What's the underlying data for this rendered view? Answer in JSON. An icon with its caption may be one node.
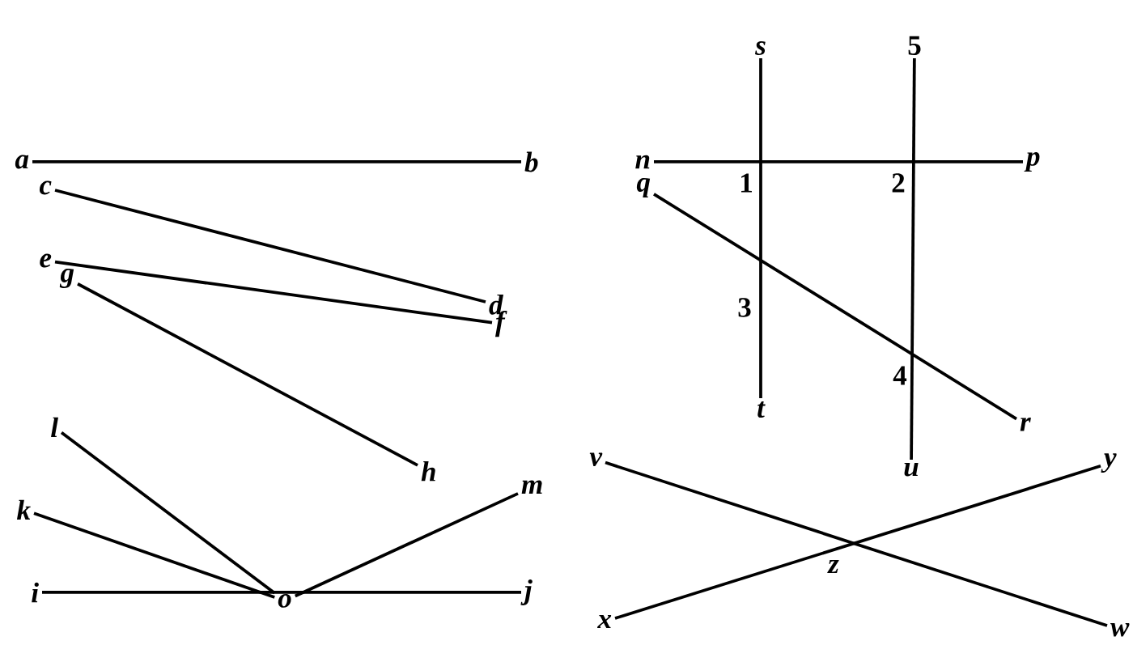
{
  "diagram": {
    "nodes": [
      {
        "text": [
          "a"
        ]
      },
      {
        "text": [
          "b"
        ]
      },
      {
        "text": [
          "c"
        ]
      },
      {
        "text": [
          "d"
        ]
      },
      {
        "text": [
          "e"
        ]
      },
      {
        "text": [
          "f"
        ]
      },
      {
        "text": [
          "g"
        ]
      },
      {
        "text": [
          "h"
        ]
      },
      {
        "text": [
          "l"
        ]
      },
      {
        "text": [
          "k"
        ]
      },
      {
        "text": [
          "m"
        ]
      },
      {
        "text": [
          "i"
        ]
      },
      {
        "text": [
          "o"
        ]
      },
      {
        "text": [
          "j"
        ]
      },
      {
        "text": [
          "s"
        ]
      },
      {
        "text": [
          "5"
        ]
      },
      {
        "text": [
          "n"
        ]
      },
      {
        "text": [
          "p"
        ]
      },
      {
        "text": [
          "q"
        ]
      },
      {
        "text": [
          "r"
        ]
      },
      {
        "text": [
          "t"
        ]
      },
      {
        "text": [
          "u"
        ]
      },
      {
        "text": [
          "v"
        ]
      },
      {
        "text": [
          "y"
        ]
      },
      {
        "text": [
          "x"
        ]
      },
      {
        "text": [
          "w"
        ]
      }
    ],
    "edges": [
      {
        "from": 0,
        "to": 1,
        "arrow": "none"
      },
      {
        "from": 2,
        "to": 3,
        "arrow": "none"
      },
      {
        "from": 4,
        "to": 5,
        "arrow": "none"
      },
      {
        "from": 6,
        "to": 7,
        "arrow": "none"
      },
      {
        "from": 8,
        "to": 12,
        "arrow": "none"
      },
      {
        "from": 9,
        "to": 12,
        "arrow": "none"
      },
      {
        "from": 10,
        "to": 12,
        "arrow": "none"
      },
      {
        "from": 11,
        "to": 13,
        "arrow": "none"
      },
      {
        "from": 16,
        "to": 17,
        "arrow": "none"
      },
      {
        "from": 14,
        "to": 20,
        "arrow": "none"
      },
      {
        "from": 15,
        "to": 21,
        "arrow": "none"
      },
      {
        "from": 18,
        "to": 19,
        "arrow": "none"
      },
      {
        "from": 22,
        "to": 25,
        "arrow": "none"
      },
      {
        "from": 24,
        "to": 23,
        "arrow": "none"
      }
    ],
    "labels": [
      "1",
      "2",
      "3",
      "4",
      "z"
    ]
  }
}
